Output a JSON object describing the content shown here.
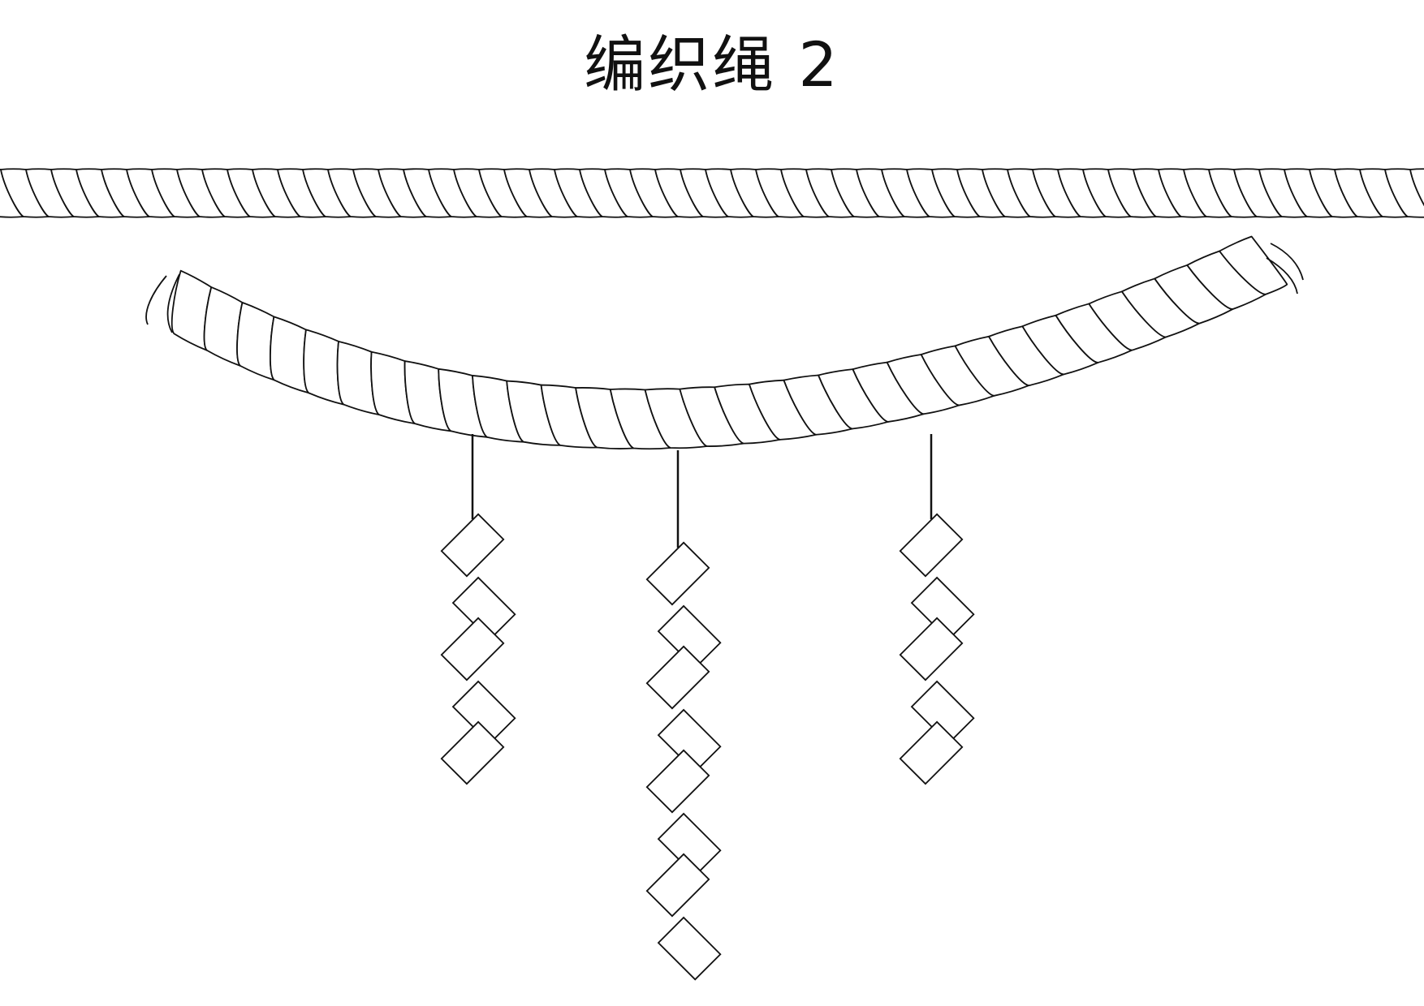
{
  "title": "编织绳 2",
  "colors": {
    "stroke": "#111111",
    "fill": "#ffffff"
  },
  "diagram": {
    "elements": [
      {
        "name": "straight-twisted-rope",
        "shape": "twisted rope, horizontal"
      },
      {
        "name": "sagging-twisted-rope",
        "shape": "twisted rope, curved"
      },
      {
        "name": "shide-left",
        "braid_links": 5
      },
      {
        "name": "shide-center",
        "braid_links": 8
      },
      {
        "name": "shide-right",
        "braid_links": 5
      }
    ]
  }
}
